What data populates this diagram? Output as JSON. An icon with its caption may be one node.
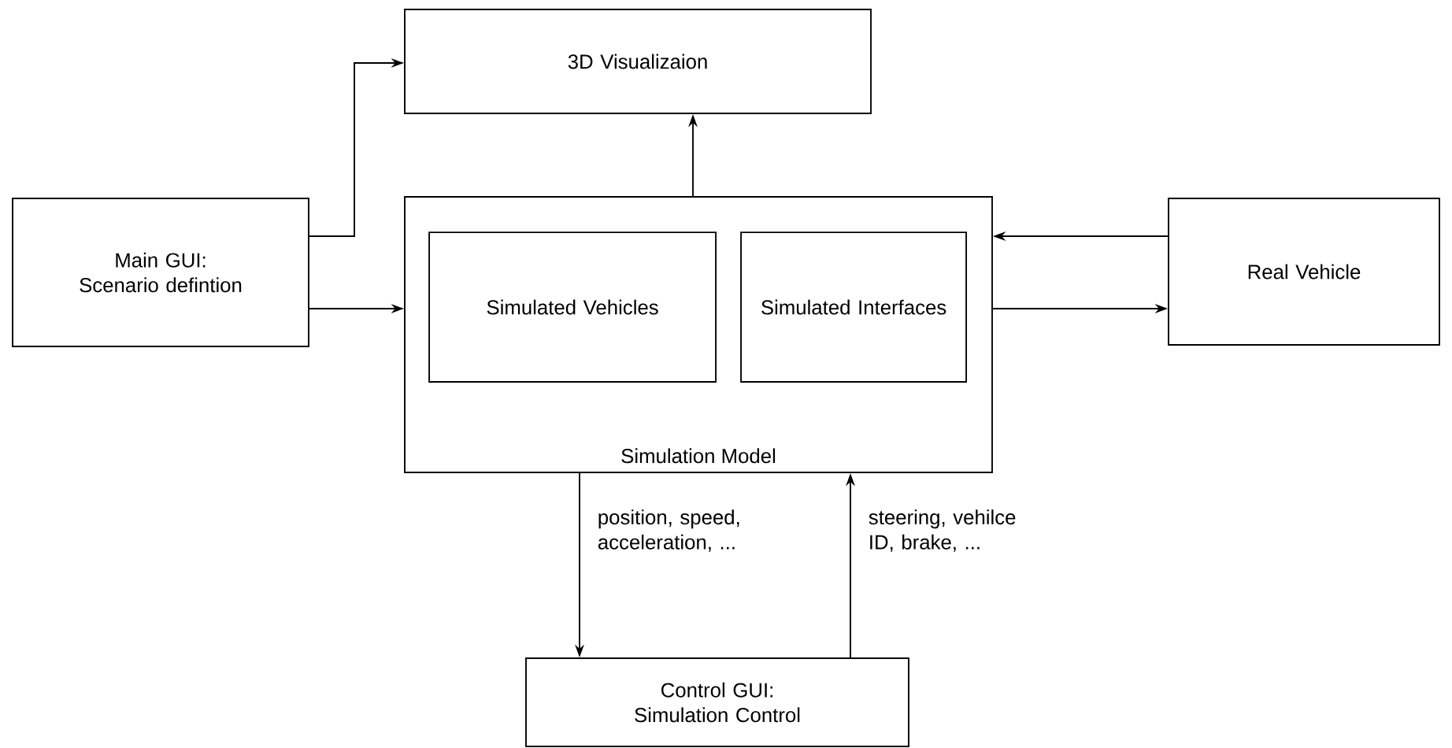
{
  "diagram": {
    "nodes": [
      {
        "text": [
          "3D Visualizaion"
        ]
      },
      {
        "text": [
          "Main GUI: Scenario defintion"
        ]
      },
      {
        "text": [
          "Simulation Model"
        ]
      },
      {
        "text": [
          "Simulated Vehicles"
        ],
        "in": 2
      },
      {
        "text": [
          "Simulated Interfaces"
        ],
        "in": 2
      },
      {
        "text": [
          "Real Vehicle"
        ]
      },
      {
        "text": [
          "Control GUI: Simulation Control"
        ]
      }
    ],
    "edges": [
      {
        "from": 1,
        "to": 0,
        "arrow": "to"
      },
      {
        "from": 1,
        "to": 2,
        "arrow": "to"
      },
      {
        "from": 2,
        "to": 0,
        "arrow": "to"
      },
      {
        "from": 5,
        "to": 2,
        "arrow": "to"
      },
      {
        "from": 2,
        "to": 5,
        "arrow": "to"
      },
      {
        "from": 2,
        "to": 6,
        "arrow": "to",
        "label": "position, speed, acceleration, ..."
      },
      {
        "from": 6,
        "to": 2,
        "arrow": "to",
        "label": "steering, vehilce ID, brake, ..."
      }
    ]
  }
}
